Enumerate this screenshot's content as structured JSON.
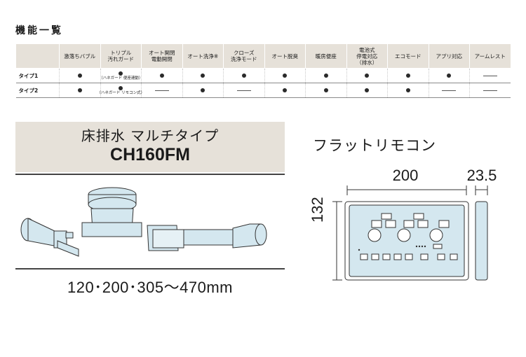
{
  "section_title": "機能一覧",
  "table": {
    "headers": [
      "激落ちバブル",
      "トリプル\n汚れガード",
      "オート開閉\n電動開閉",
      "オート洗浄※",
      "クローズ\n洗浄モード",
      "オート脱臭",
      "暖房便座",
      "電池式\n停電対応\n（排水）",
      "エコモード",
      "アプリ対応",
      "アームレスト"
    ],
    "rows": [
      {
        "label": "タイプ1",
        "cells": [
          "dot",
          "dot",
          "dot",
          "dot",
          "dot",
          "dot",
          "dot",
          "dot",
          "dot",
          "dot",
          "dash"
        ],
        "note2": "（ハネガード 便座連動）"
      },
      {
        "label": "タイプ2",
        "cells": [
          "dot",
          "dot",
          "dash",
          "dot",
          "dash",
          "dot",
          "dot",
          "dot",
          "dot",
          "dash",
          "dash"
        ],
        "note2": "（ハネガード リモコン式）"
      }
    ]
  },
  "product": {
    "subtitle": "床排水 マルチタイプ",
    "model": "CH160FM",
    "sizes": "120･200･305〜470mm"
  },
  "remote": {
    "title": "フラットリモコン",
    "width": "200",
    "depth": "23.5",
    "height": "132"
  }
}
